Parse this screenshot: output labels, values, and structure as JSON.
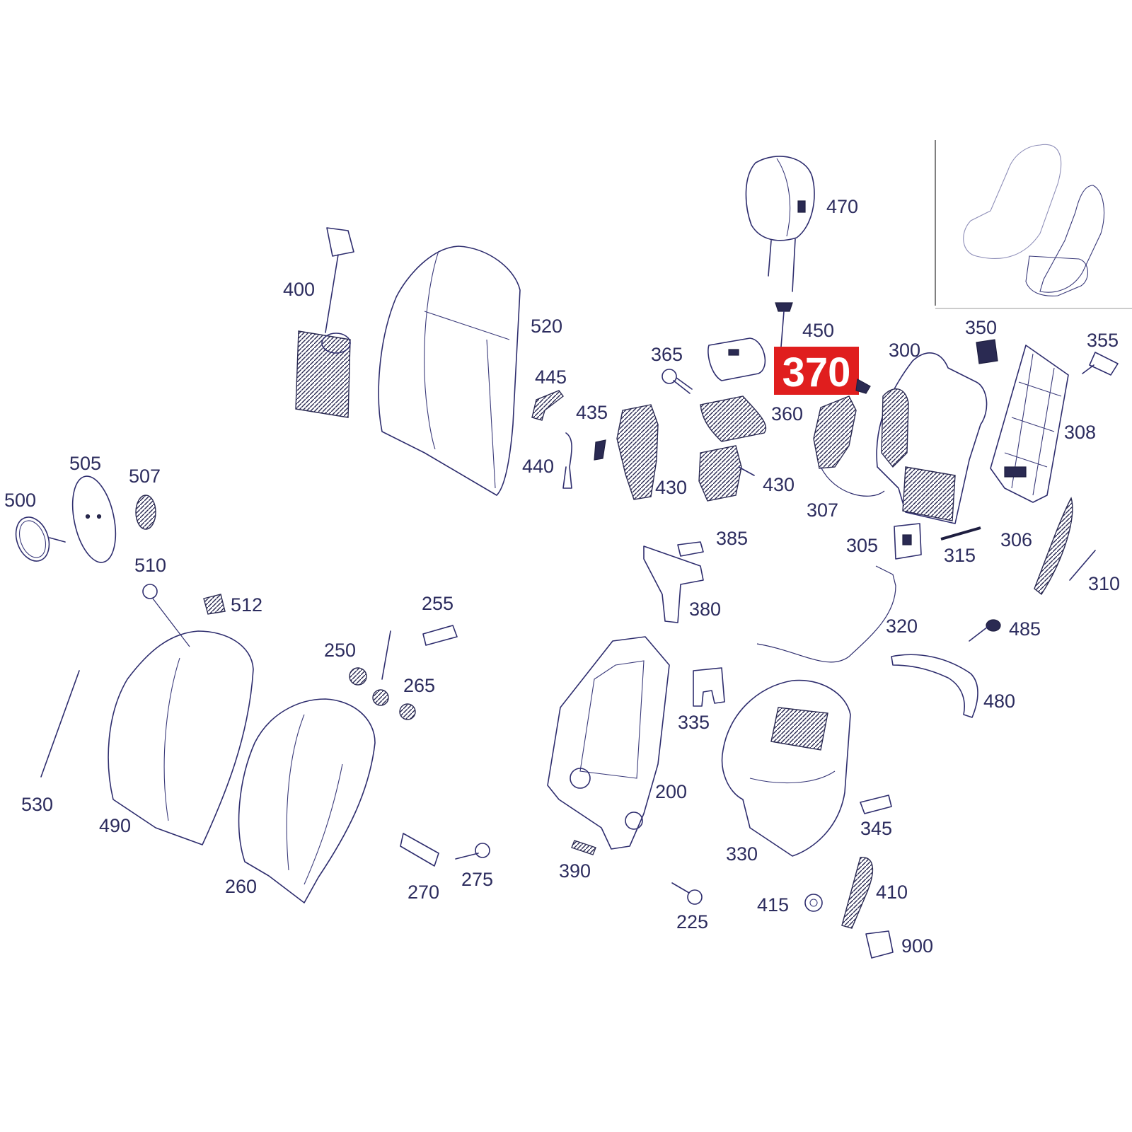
{
  "diagram": {
    "highlighted_part": "370",
    "colors": {
      "line": "#2e2d6e",
      "label": "#2c2c5e",
      "highlight_bg": "#e01e1e",
      "highlight_text": "#ffffff",
      "background": "#ffffff"
    },
    "callouts": [
      "470",
      "400",
      "520",
      "450",
      "365",
      "355",
      "350",
      "300",
      "445",
      "435",
      "360",
      "308",
      "440",
      "430",
      "430",
      "307",
      "306",
      "305",
      "315",
      "385",
      "310",
      "380",
      "485",
      "320",
      "255",
      "250",
      "265",
      "335",
      "480",
      "200",
      "345",
      "330",
      "390",
      "225",
      "415",
      "410",
      "900",
      "270",
      "275",
      "260",
      "490",
      "530",
      "512",
      "510",
      "505",
      "507",
      "500"
    ]
  }
}
